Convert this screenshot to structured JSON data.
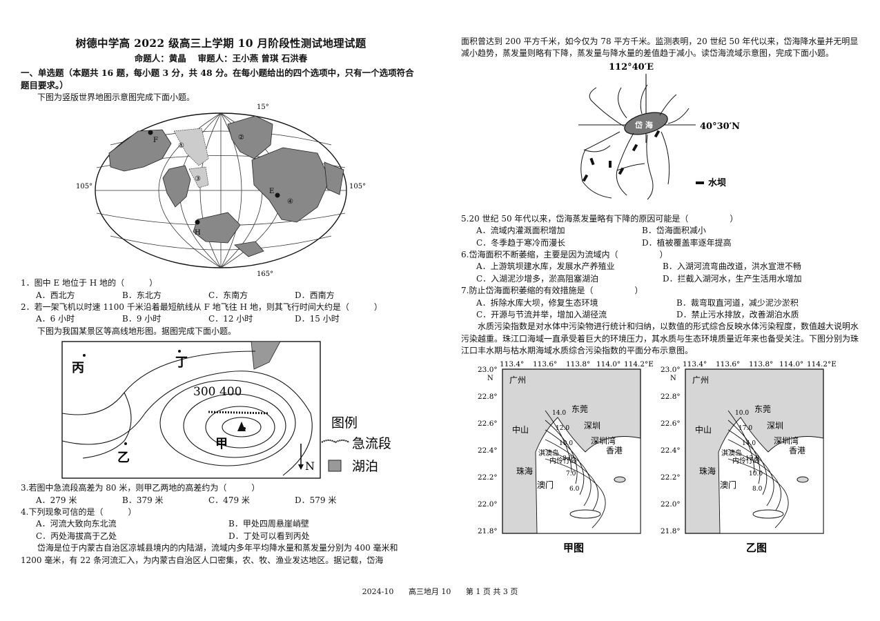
{
  "header": {
    "title": "树德中学高 2022 级高三上学期 10 月阶段性测试地理试题",
    "authors": "命题人：黄晶　 审题人：王小燕 曾琪 石洪春"
  },
  "section1": {
    "heading": "一、单选题（本题共 16 题，每小题 3 分，共 48 分。在每小题给出的四个选项中，只有一个选项符合题目要求。）",
    "intro1": "下图为竖版世界地图示意图完成下面小题。",
    "worldmap": {
      "top": "15°",
      "bottom": "165°",
      "left": "105°",
      "right": "105°",
      "points": [
        "F",
        "H",
        "E"
      ],
      "zones": [
        "①",
        "②",
        "③",
        "④"
      ]
    },
    "q1": {
      "stem": "1．图中 E 地位于 H 地的（　　　）",
      "options": [
        "A．西北方",
        "B．东北方",
        "C．东南方",
        "D．西南方"
      ]
    },
    "q2": {
      "stem": "2．若一架飞机以时速 1100 千米沿着最短航线从 F 地飞往 H 地，则其飞行时间大约是（　　　）",
      "options": [
        "A．6 小时",
        "B．9 小时",
        "C．12 小时",
        "D．15 小时"
      ]
    },
    "intro2": "下图为我国某景区等高线地形图。据图完成下面小题。",
    "contour": {
      "bing": "丙",
      "ding": "丁",
      "yi": "乙",
      "jia": "甲",
      "c300": "300",
      "c400": "400",
      "legend_title": "图例",
      "legend_rapid": "急流段",
      "legend_lake": "湖泊",
      "north": "N"
    },
    "q3": {
      "stem": "3.若图中急流段高差为 80 米，则甲乙两地的高差约为（　　　）",
      "options": [
        "A．279 米",
        "B．379 米",
        "C．479 米",
        "D．579 米"
      ]
    },
    "q4": {
      "stem": "4.下列现象可信的是（　　　）",
      "options": [
        "A．河流大致向东北流",
        "B．甲处四周悬崖峭壁",
        "C．丙处海拔高于乙处",
        "D．丁处可以看到丙处"
      ]
    },
    "para_daihai_1": "岱海是位于内蒙古自治区凉城县境内的内陆湖，流域内多年平均降水量和蒸发量分别为 400 毫米和 1200 毫米，有 22 条河流汇入，为内蒙古自治区人口密集，农、牧、渔业发达地区。据记载，岱海"
  },
  "right": {
    "para_daihai_2": "面积曾达到 200 平方千米，如今仅为 78 平方千米。监测表明，20 世纪 50 年代以来，岱海降水量并无明显减小趋势，蒸发量则略有下降，蒸发量与降水量的差值趋于减小。读岱海流域示意图，完成下面小题。",
    "daihai_map": {
      "lon": "112°40′E",
      "lat": "40°30′N",
      "lake": "岱 海",
      "legend": "水坝"
    },
    "q5": {
      "stem": "5.20 世纪 50 年代以来，岱海蒸发量略有下降的原因可能是（　　　　　）",
      "options": [
        "A．流域内灌溉面积增加",
        "B．岱海面积减小",
        "C．冬季趋于寒冷而漫长",
        "D．植被覆盖率逐年提高"
      ]
    },
    "q6": {
      "stem": "6.岱海面积不断萎缩，主要是因为流域内（　　　　　）",
      "options": [
        "A．上游筑坝建水库，发展水产养殖业",
        "B．入湖河流弯曲改道，洪水宣泄不畅",
        "C．入湖泥沙增多，淤高阻塞湖泊",
        "D．拦截入湖河水，生产生活用水增加"
      ]
    },
    "q7": {
      "stem": "7.防止岱海面积萎缩的有效措施是（　　　　　）",
      "options": [
        "A．拆除水库大坝，修复生态环境",
        "B．裁弯取直河道，减少泥沙淤积",
        "C．开源与节流并举，增加入湖径流",
        "D．禁止污水排放，改善湖泊水质"
      ]
    },
    "para_water": "水质污染指数是对水体中污染物进行统计和归纳，以数值的形式综合反映水体污染程度，数值越大说明水污染越重。珠江口海域一直承受着巨大的环境压力，其水质与生态环境质量近年来也备受关注。下图分别为珠江口丰水期与枯水期海域水质综合污染指数的平面分布示意图。",
    "prd_maps": {
      "lon_labels": [
        "113.4°",
        "113.6°",
        "113.8°",
        "114.0°",
        "114.2°E"
      ],
      "lat_labels": [
        "23.0°",
        "22.8°",
        "22.6°",
        "22.4°",
        "22.2°",
        "22.0°",
        "21.8°"
      ],
      "north": "N",
      "places": [
        "广州",
        "东莞",
        "深圳",
        "中山",
        "深圳湾",
        "香港",
        "珠海",
        "澳门",
        "淇澳岛",
        "内伶仃岛"
      ],
      "contours_jia": [
        "14.0",
        "12.0",
        "10.0",
        "8.0",
        "7.0",
        "6.0"
      ],
      "contours_yi": [
        "10.0",
        "17.0",
        "14.0",
        "12.0",
        "10.0",
        "8.0"
      ],
      "caption_jia": "甲图",
      "caption_yi": "乙图"
    }
  },
  "footer": {
    "date": "2024-10",
    "exam": "高三地月 10",
    "page": "第 1 页 共 3 页"
  }
}
